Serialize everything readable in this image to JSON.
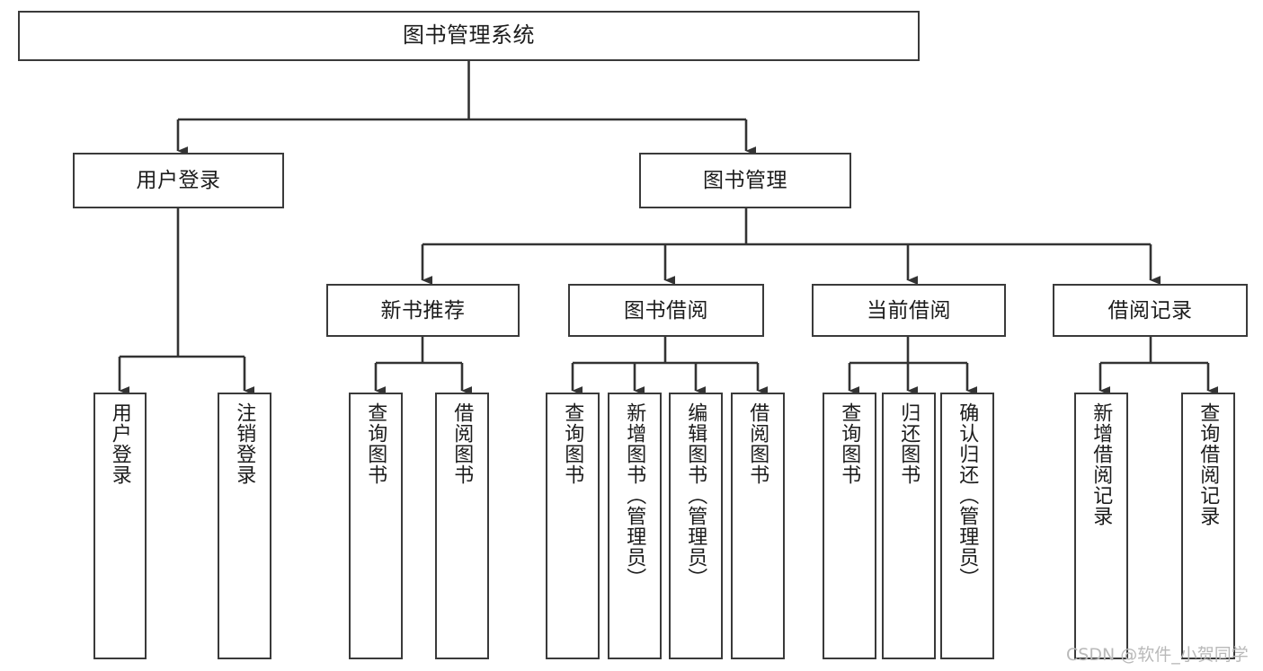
{
  "diagram": {
    "type": "tree",
    "title": "图书管理系统",
    "orientation": "top-down",
    "colors": {
      "node_border": "#3a3a3a",
      "node_fill": "#ffffff",
      "edge": "#333333",
      "text": "#1c1c1c",
      "watermark": "#b9b9b9",
      "background": "#ffffff"
    },
    "root": {
      "label": "图书管理系统"
    },
    "level2": [
      {
        "label": "用户登录"
      },
      {
        "label": "图书管理"
      }
    ],
    "level3": [
      {
        "label": "新书推荐"
      },
      {
        "label": "图书借阅"
      },
      {
        "label": "当前借阅"
      },
      {
        "label": "借阅记录"
      }
    ],
    "leaves": {
      "user_login": [
        {
          "label": "用户登录"
        },
        {
          "label": "注销登录"
        }
      ],
      "new_book_recommend": [
        {
          "label": "查询图书"
        },
        {
          "label": "借阅图书"
        }
      ],
      "book_borrow": [
        {
          "label": "查询图书"
        },
        {
          "label": "新增图书（管理员）"
        },
        {
          "label": "编辑图书（管理员）"
        },
        {
          "label": "借阅图书"
        }
      ],
      "current_borrow": [
        {
          "label": "查询图书"
        },
        {
          "label": "归还图书"
        },
        {
          "label": "确认归还（管理员）"
        }
      ],
      "borrow_record": [
        {
          "label": "新增借阅记录"
        },
        {
          "label": "查询借阅记录"
        }
      ]
    }
  },
  "watermark": {
    "text": "CSDN @软件_小贺同学"
  }
}
